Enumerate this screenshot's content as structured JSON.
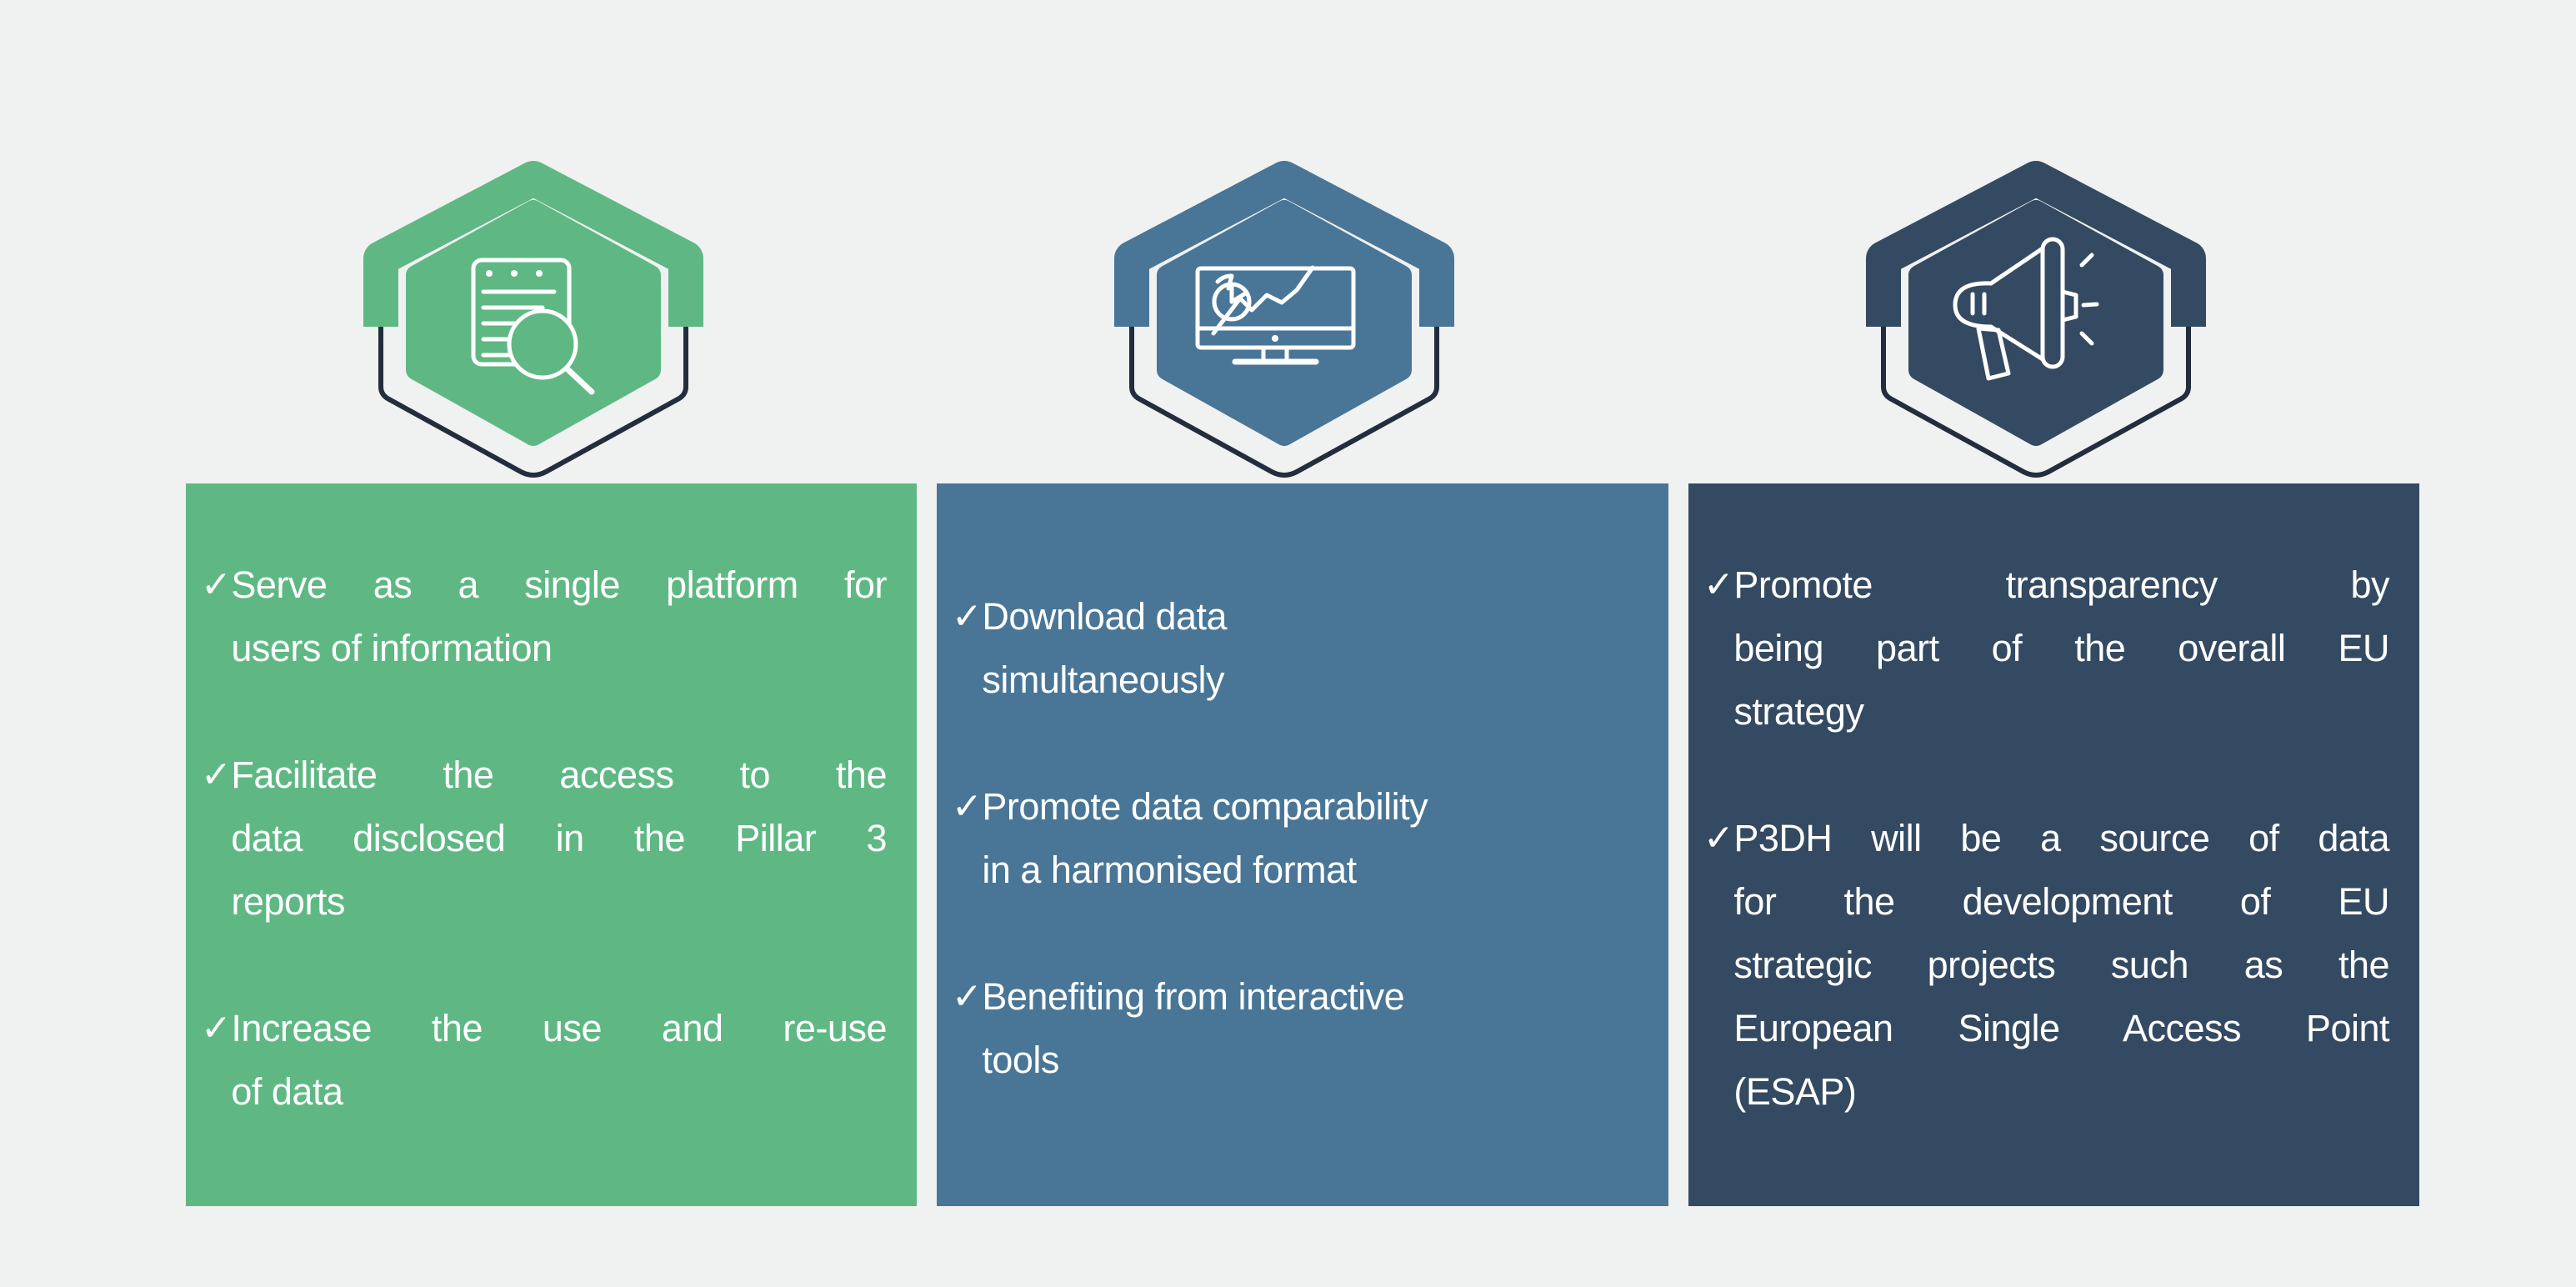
{
  "page": {
    "background_color": "#f0f1f1",
    "text_color": "#ffffff",
    "outline_color": "#232d3d"
  },
  "bullet_marker": "✓",
  "columns": [
    {
      "accent": "#5fb884",
      "icon": "document-search-icon",
      "justified": true,
      "bullets": [
        "Serve as a single platform for\nusers of information",
        "Facilitate the access to the\ndata disclosed in the Pillar 3\nreports",
        "Increase the use and re-use\nof data"
      ]
    },
    {
      "accent": "#497697",
      "icon": "monitor-analytics-icon",
      "justified": false,
      "bullets": [
        "Download data\nsimultaneously",
        "Promote data comparability\nin a harmonised format",
        "Benefiting from interactive\ntools"
      ]
    },
    {
      "accent": "#344a62",
      "icon": "megaphone-icon",
      "justified": true,
      "bullets": [
        "Promote transparency by\nbeing part of the overall EU\nstrategy",
        "P3DH will be a source of data\nfor the development of EU\nstrategic projects such as the\nEuropean Single Access Point\n(ESAP)"
      ]
    }
  ]
}
